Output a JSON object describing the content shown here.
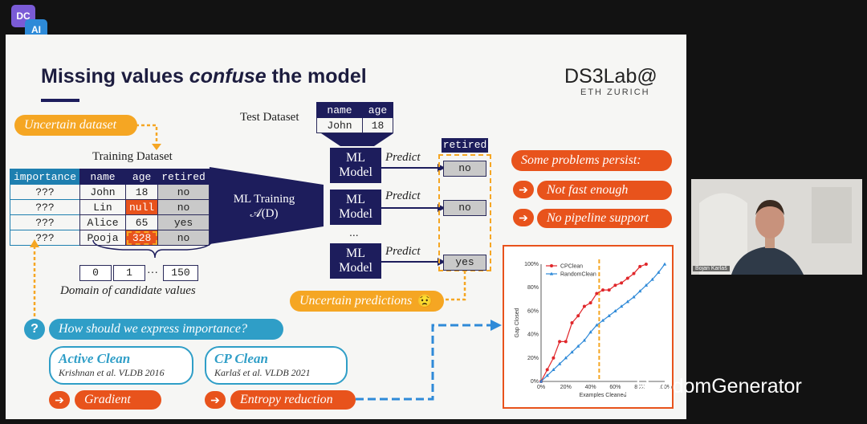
{
  "logo": {
    "top": "DC",
    "bottom": "AI"
  },
  "slide": {
    "title_prefix": "Missing values ",
    "title_emph": "confuse",
    "title_suffix": " the model",
    "brand": "DS3Lab@",
    "brand_sub": "ETH ZURICH",
    "uncertain_dataset": "Uncertain dataset",
    "training_title": "Training Dataset",
    "test_title": "Test Dataset",
    "importance": {
      "header": "importance",
      "values": [
        "???",
        "???",
        "???",
        "???"
      ]
    },
    "training_table": {
      "headers": [
        "name",
        "age",
        "retired"
      ],
      "rows": [
        [
          "John",
          "18",
          "no"
        ],
        [
          "Lin",
          "null",
          "no"
        ],
        [
          "Alice",
          "65",
          "yes"
        ],
        [
          "Pooja",
          "328",
          "no"
        ]
      ]
    },
    "test_table": {
      "headers": [
        "name",
        "age"
      ],
      "row": [
        "John",
        "18"
      ]
    },
    "candidates": {
      "values": [
        "0",
        "1",
        "150"
      ],
      "ellipsis": "···",
      "label": "Domain of candidate values"
    },
    "training_box": {
      "line1": "ML Training",
      "line2": "𝒜(D)"
    },
    "model_label_1": "ML",
    "model_label_2": "Model",
    "predict": "Predict",
    "dots": "...",
    "retired_header": "retired",
    "predictions": [
      "no",
      "no",
      "yes"
    ],
    "uncertain_predictions": "Uncertain predictions",
    "problems": {
      "title": "Some problems persist:",
      "items": [
        "Not fast enough",
        "No pipeline support"
      ]
    },
    "question": "How should we express importance?",
    "question_mark": "?",
    "arrow": "➔",
    "active_clean": {
      "title": "Active Clean",
      "cite": "Krishnan et al. VLDB 2016",
      "method": "Gradient"
    },
    "cp_clean": {
      "title": "CP Clean",
      "cite": "Karlaš et al. VLDB 2021",
      "method": "Entropy reduction"
    }
  },
  "chart_data": {
    "type": "line",
    "xlabel": "Examples Cleaned",
    "ylabel": "Gap Closed",
    "x_ticks": [
      "0%",
      "20%",
      "40%",
      "60%",
      "80%",
      "100%"
    ],
    "y_ticks": [
      "0%",
      "20%",
      "40%",
      "60%",
      "80%",
      "100%"
    ],
    "xlim": [
      0,
      100
    ],
    "ylim": [
      0,
      100
    ],
    "marker_x": 47,
    "series": [
      {
        "name": "CPClean",
        "color": "#e0262a",
        "x": [
          0,
          5,
          10,
          15,
          20,
          25,
          30,
          35,
          40,
          45,
          50,
          55,
          60,
          65,
          70,
          75,
          80,
          85
        ],
        "y": [
          0,
          10,
          20,
          34,
          34,
          50,
          56,
          64,
          67,
          75,
          78,
          78,
          82,
          84,
          88,
          92,
          98,
          100
        ]
      },
      {
        "name": "RandomClean",
        "color": "#2f8ad8",
        "x": [
          0,
          5,
          10,
          15,
          20,
          25,
          30,
          35,
          40,
          45,
          50,
          55,
          60,
          65,
          70,
          75,
          80,
          85,
          90,
          95,
          100
        ],
        "y": [
          0,
          5,
          10,
          15,
          20,
          25,
          30,
          35,
          42,
          48,
          52,
          56,
          60,
          64,
          68,
          72,
          77,
          82,
          87,
          93,
          100
        ]
      }
    ]
  },
  "video": {
    "name": "Bojan Karlaš"
  },
  "watermark": "RandomGenerator"
}
